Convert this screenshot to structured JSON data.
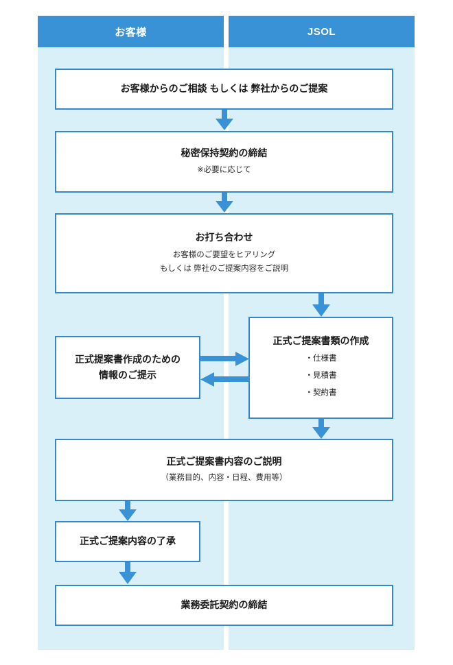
{
  "palette": {
    "header_blue": "#3a92d6",
    "band_blue": "#daf0f9",
    "box_border": "#3388cc",
    "arrow_blue": "#3a92d6",
    "box_fill": "#ffffff",
    "text": "#1a1a1a"
  },
  "columns": {
    "left": {
      "label": "お客様"
    },
    "right": {
      "label": "JSOL"
    }
  },
  "steps": {
    "consult": {
      "title": "お客様からのご相談 もしくは 弊社からのご提案"
    },
    "nda": {
      "title": "秘密保持契約の締結",
      "note": "※必要に応じて"
    },
    "meeting": {
      "title": "お打ち合わせ",
      "note_line1": "お客様のご要望をヒアリング",
      "note_line2": "もしくは 弊社のご提案内容をご説明"
    },
    "info": {
      "title_line1": "正式提案書作成のための",
      "title_line2": "情報のご提示"
    },
    "docs": {
      "title": "正式ご提案書類の作成",
      "bullets": [
        "・仕様書",
        "・見積書",
        "・契約書"
      ]
    },
    "explain": {
      "title": "正式ご提案書内容のご説明",
      "note": "（業務目的、内容・日程、費用等）"
    },
    "approve": {
      "title": "正式ご提案内容の了承"
    },
    "contract": {
      "title": "業務委託契約の締結"
    }
  },
  "connectors": {
    "consult_to_nda": "down-arrow",
    "nda_to_meeting": "down-arrow",
    "meeting_to_docs": "down-arrow",
    "info_to_docs": "right-arrow",
    "docs_to_info": "left-arrow",
    "docs_to_explain": "down-arrow",
    "explain_to_approve": "down-arrow",
    "approve_to_contract": "down-arrow"
  }
}
